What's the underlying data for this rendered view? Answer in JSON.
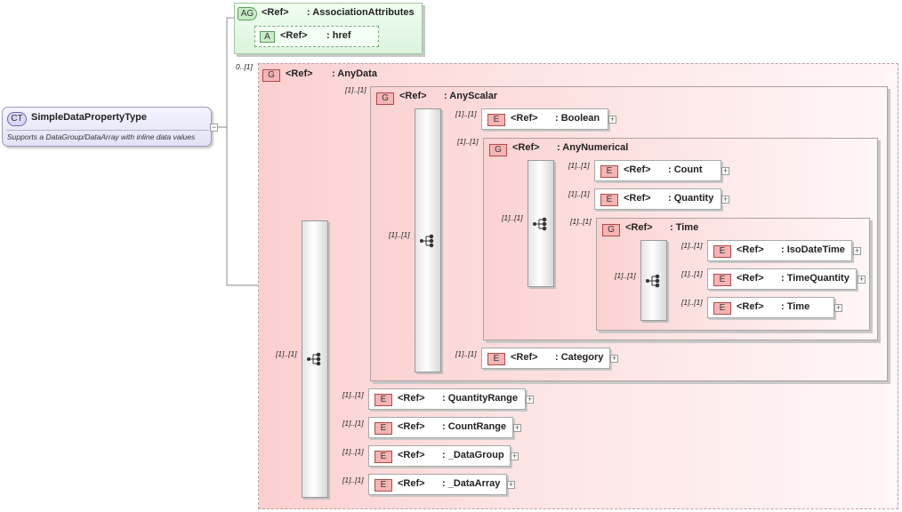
{
  "complex_type": {
    "badge": "CT",
    "name": "SimpleDataPropertyType",
    "doc": "Supports a DataGroup/DataArray with inline data values"
  },
  "attribute_group": {
    "badge": "AG",
    "ref": "<Ref>",
    "name": ": AssociationAttributes",
    "attribute": {
      "badge": "A",
      "ref": "<Ref>",
      "name": ": href"
    }
  },
  "any_data": {
    "badge": "G",
    "ref": "<Ref>",
    "name": ": AnyData",
    "cardinality": "0..[1]",
    "choice_cardinality": "[1]..[1]",
    "any_scalar": {
      "badge": "G",
      "ref": "<Ref>",
      "name": ": AnyScalar",
      "cardinality": "[1]..[1]",
      "choice_cardinality": "[1]..[1]",
      "boolean": {
        "badge": "E",
        "ref": "<Ref>",
        "name": ": Boolean",
        "cardinality": "[1]..[1]"
      },
      "any_numerical": {
        "badge": "G",
        "ref": "<Ref>",
        "name": ": AnyNumerical",
        "cardinality": "[1]..[1]",
        "choice_cardinality": "[1]..[1]",
        "count": {
          "badge": "E",
          "ref": "<Ref>",
          "name": ": Count",
          "cardinality": "[1]..[1]"
        },
        "quantity": {
          "badge": "E",
          "ref": "<Ref>",
          "name": ": Quantity",
          "cardinality": "[1]..[1]"
        },
        "time_group": {
          "badge": "G",
          "ref": "<Ref>",
          "name": ": Time",
          "cardinality": "[1]..[1]",
          "choice_cardinality": "[1]..[1]",
          "iso_date_time": {
            "badge": "E",
            "ref": "<Ref>",
            "name": ": IsoDateTime",
            "cardinality": "[1]..[1]"
          },
          "time_quantity": {
            "badge": "E",
            "ref": "<Ref>",
            "name": ": TimeQuantity",
            "cardinality": "[1]..[1]"
          },
          "time": {
            "badge": "E",
            "ref": "<Ref>",
            "name": ": Time",
            "cardinality": "[1]..[1]"
          }
        }
      },
      "category": {
        "badge": "E",
        "ref": "<Ref>",
        "name": ": Category",
        "cardinality": "[1]..[1]"
      }
    },
    "quantity_range": {
      "badge": "E",
      "ref": "<Ref>",
      "name": ": QuantityRange",
      "cardinality": "[1]..[1]"
    },
    "count_range": {
      "badge": "E",
      "ref": "<Ref>",
      "name": ": CountRange",
      "cardinality": "[1]..[1]"
    },
    "data_group": {
      "badge": "E",
      "ref": "<Ref>",
      "name": ": _DataGroup",
      "cardinality": "[1]..[1]"
    },
    "data_array": {
      "badge": "E",
      "ref": "<Ref>",
      "name": ": _DataArray",
      "cardinality": "[1]..[1]"
    }
  },
  "icons": {
    "expand": "plus-icon",
    "collapse": "minus-icon",
    "choice": "choice-compositor-icon"
  },
  "colors": {
    "element_badge": "#f6b4b4",
    "group_panel": "#fde4e4",
    "attribute_panel": "#dcf3dc",
    "complex_type": "#e2e2f6"
  }
}
